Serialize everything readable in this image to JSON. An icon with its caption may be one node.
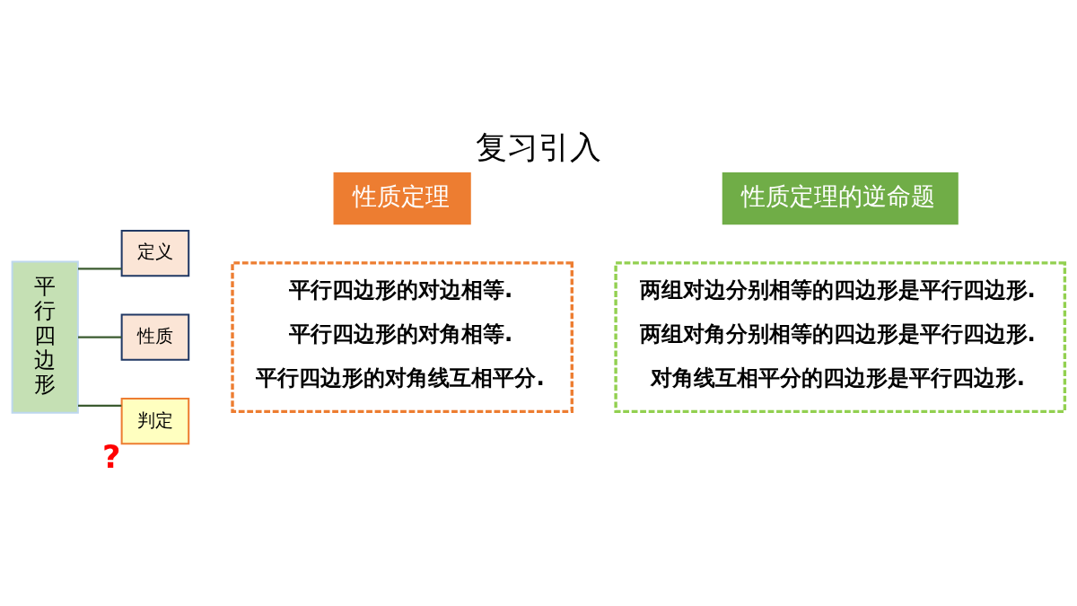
{
  "diagram": {
    "title": "复习引入",
    "nodes": [
      {
        "text": [
          "平行四边形"
        ]
      },
      {
        "text": [
          "定义"
        ]
      },
      {
        "text": [
          "性质"
        ]
      },
      {
        "text": [
          "判定"
        ],
        "beside": [
          "?"
        ]
      },
      {
        "text": [
          "性质定理"
        ]
      },
      {
        "text": [
          "平行四边形的对边相等.",
          "平行四边形的对角相等.",
          "平行四边形的对角线互相平分."
        ]
      },
      {
        "text": [
          "性质定理的逆命题"
        ]
      },
      {
        "text": [
          "两组对边分别相等的四边形是平行四边形.",
          "两组对角分别相等的四边形是平行四边形.",
          "对角线互相平分的四边形是平行四边形."
        ]
      }
    ],
    "edges": [
      {
        "from": 0,
        "to": 1,
        "arrow": "none"
      },
      {
        "from": 0,
        "to": 2,
        "arrow": "none"
      },
      {
        "from": 0,
        "to": 3,
        "arrow": "none"
      }
    ]
  }
}
